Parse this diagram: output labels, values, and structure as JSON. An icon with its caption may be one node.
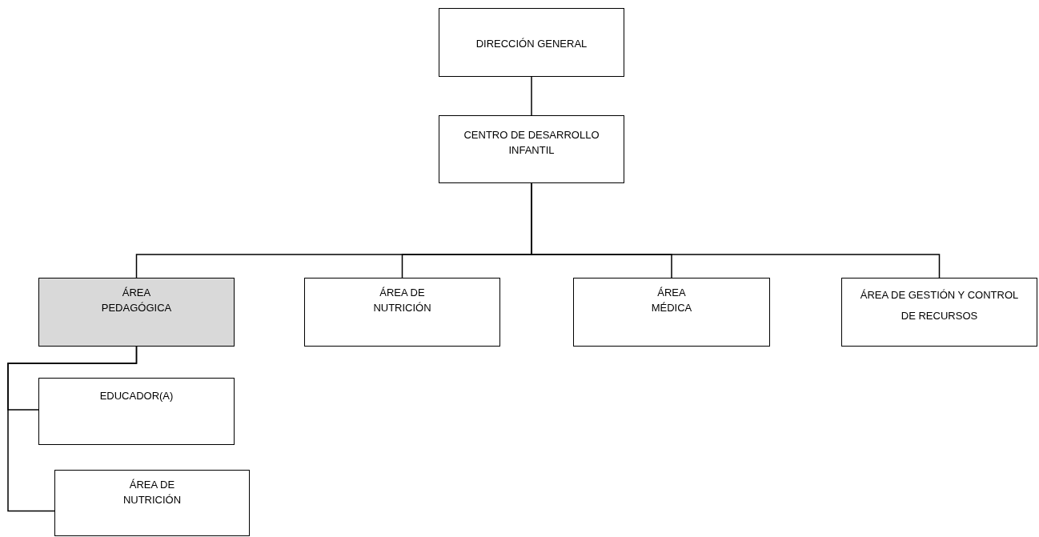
{
  "diagram": {
    "nodes": [
      {
        "text": [
          "DIRECCIÓN GENERAL"
        ]
      },
      {
        "text": [
          "CENTRO DE DESARROLLO INFANTIL"
        ]
      },
      {
        "text": [
          "ÁREA PEDAGÓGICA"
        ]
      },
      {
        "text": [
          "ÁREA DE NUTRICIÓN"
        ]
      },
      {
        "text": [
          "ÁREA MÉDICA"
        ]
      },
      {
        "text": [
          "ÁREA DE GESTIÓN Y CONTROL DE RECURSOS"
        ]
      },
      {
        "text": [
          "EDUCADOR(A)"
        ]
      },
      {
        "text": [
          "ÁREA DE NUTRICIÓN"
        ]
      }
    ],
    "edges": [
      {
        "from": 0,
        "to": 1,
        "arrow": "none"
      },
      {
        "from": 1,
        "to": 2,
        "arrow": "none"
      },
      {
        "from": 1,
        "to": 3,
        "arrow": "none"
      },
      {
        "from": 1,
        "to": 4,
        "arrow": "none"
      },
      {
        "from": 1,
        "to": 5,
        "arrow": "none"
      },
      {
        "from": 2,
        "to": 6,
        "arrow": "none"
      },
      {
        "from": 2,
        "to": 7,
        "arrow": "none"
      }
    ]
  }
}
